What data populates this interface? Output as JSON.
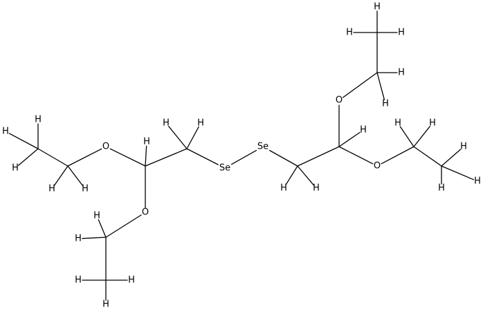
{
  "molecule": {
    "atoms": [
      {
        "id": "h1",
        "label": "H"
      },
      {
        "id": "h2",
        "label": "H"
      },
      {
        "id": "h3",
        "label": "H"
      },
      {
        "id": "h4",
        "label": "H"
      },
      {
        "id": "h5",
        "label": "H"
      },
      {
        "id": "o1",
        "label": "O"
      },
      {
        "id": "h6",
        "label": "H"
      },
      {
        "id": "h7",
        "label": "H"
      },
      {
        "id": "h8",
        "label": "H"
      },
      {
        "id": "se1",
        "label": "Se"
      },
      {
        "id": "o2",
        "label": "O"
      },
      {
        "id": "h9",
        "label": "H"
      },
      {
        "id": "h10",
        "label": "H"
      },
      {
        "id": "h11",
        "label": "H"
      },
      {
        "id": "h12",
        "label": "H"
      },
      {
        "id": "h13",
        "label": "H"
      },
      {
        "id": "h14",
        "label": "H"
      },
      {
        "id": "se2",
        "label": "Se"
      },
      {
        "id": "h15",
        "label": "H"
      },
      {
        "id": "h16",
        "label": "H"
      },
      {
        "id": "h17",
        "label": "H"
      },
      {
        "id": "h18",
        "label": "H"
      },
      {
        "id": "h19",
        "label": "H"
      },
      {
        "id": "h20",
        "label": "H"
      },
      {
        "id": "o3",
        "label": "O"
      },
      {
        "id": "h21",
        "label": "H"
      },
      {
        "id": "h22",
        "label": "H"
      },
      {
        "id": "h23",
        "label": "H"
      },
      {
        "id": "o4",
        "label": "O"
      },
      {
        "id": "h24",
        "label": "H"
      },
      {
        "id": "h25",
        "label": "H"
      },
      {
        "id": "h26",
        "label": "H"
      }
    ]
  }
}
